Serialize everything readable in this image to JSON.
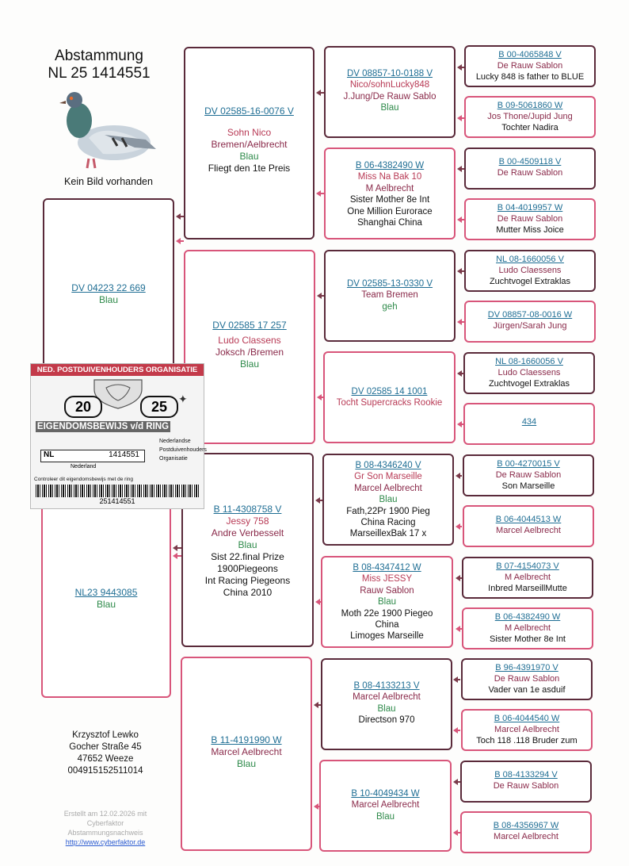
{
  "header": {
    "title": "Abstammung",
    "ring": "NL 25 1414551",
    "no_image": "Kein Bild vorhanden"
  },
  "gen1": [
    {
      "ring": "DV 04223 22 669",
      "color": "Blau"
    },
    {
      "ring": "NL23 9443085",
      "color": "Blau"
    }
  ],
  "gen2": [
    {
      "ring": "DV 02585-16-0076 V",
      "name": "Sohn Nico",
      "breeder": "Bremen/Aelbrecht",
      "color": "Blau",
      "notes": [
        "Fliegt den 1te Preis"
      ]
    },
    {
      "ring": "DV 02585 17 257",
      "name": "Ludo Classens",
      "breeder": "Joksch /Bremen",
      "color": "Blau",
      "notes": []
    },
    {
      "ring": "B 11-4308758 V",
      "name": "Jessy 758",
      "breeder": "Andre Verbesselt",
      "color": "Blau",
      "notes": [
        "Sist 22.final Prize",
        "1900Piegeons",
        "Int Racing Piegeons",
        "China 2010"
      ]
    },
    {
      "ring": "B 11-4191990 W",
      "name": "Marcel Aelbrecht",
      "breeder": "",
      "color": "Blau",
      "notes": []
    }
  ],
  "gen3": [
    {
      "ring": "DV 08857-10-0188 V",
      "name": "Nico/sohnLucky848",
      "breeder": "J.Jung/De Rauw Sablo",
      "color": "Blau",
      "notes": []
    },
    {
      "ring": "B 06-4382490 W",
      "name": "Miss Na Bak 10",
      "breeder": "M Aelbrecht",
      "color": "",
      "notes": [
        "Sister Mother 8e Int",
        "One Million Eurorace",
        "Shanghai China"
      ]
    },
    {
      "ring": "DV 02585-13-0330 V",
      "name": "Team Bremen",
      "breeder": "",
      "color": "geh",
      "notes": []
    },
    {
      "ring": "DV 02585 14 1001",
      "name": "Tocht Supercracks Rookie",
      "breeder": "",
      "color": "",
      "notes": []
    },
    {
      "ring": "B 08-4346240 V",
      "name": "Gr Son Marseille",
      "breeder": "Marcel Aelbrecht",
      "color": "Blau",
      "notes": [
        "Fath,22Pr 1900 Pieg",
        "China Racing",
        "MarseillexBak 17 x"
      ]
    },
    {
      "ring": "B 08-4347412 W",
      "name": "Miss JESSY",
      "breeder": "Rauw Sablon",
      "color": "Blau",
      "notes": [
        "Moth 22e 1900 Piegeo",
        "China",
        "Limoges Marseille"
      ]
    },
    {
      "ring": "B 08-4133213 V",
      "name": "Marcel Aelbrecht",
      "breeder": "",
      "color": "Blau",
      "notes": [
        "Directson 970"
      ]
    },
    {
      "ring": "B 10-4049434 W",
      "name": "Marcel Aelbrecht",
      "breeder": "",
      "color": "Blau",
      "notes": []
    }
  ],
  "gen4": [
    {
      "ring": "B 00-4065848 V",
      "name": "De Rauw Sablon",
      "note": "Lucky 848 is father to BLUE"
    },
    {
      "ring": "B 09-5061860 W",
      "name": "Jos Thone/Jupid Jung",
      "note": "Tochter Nadira"
    },
    {
      "ring": "B 00-4509118 V",
      "name": "De Rauw Sablon",
      "note": ""
    },
    {
      "ring": "B 04-4019957 W",
      "name": "De Rauw Sablon",
      "note": "Mutter Miss Joice"
    },
    {
      "ring": "NL 08-1660056 V",
      "name": "Ludo Claessens",
      "note": "Zuchtvogel Extraklas"
    },
    {
      "ring": "DV 08857-08-0016 W",
      "name": "Jürgen/Sarah Jung",
      "note": ""
    },
    {
      "ring": "NL 08-1660056 V",
      "name": "Ludo Claessens",
      "note": "Zuchtvogel Extraklas"
    },
    {
      "ring": "434",
      "name": "",
      "note": ""
    },
    {
      "ring": "B 00-4270015 V",
      "name": "De Rauw Sablon",
      "note": "Son Marseille"
    },
    {
      "ring": "B 06-4044513 W",
      "name": "Marcel Aelbrecht",
      "note": ""
    },
    {
      "ring": "B 07-4154073 V",
      "name": "M Aelbrecht",
      "note": "Inbred MarseillMutte"
    },
    {
      "ring": "B 06-4382490 W",
      "name": "M Aelbrecht",
      "note": "Sister Mother 8e Int"
    },
    {
      "ring": "B 96-4391970 V",
      "name": "De Rauw Sablon",
      "note": "Vader van 1e asduif"
    },
    {
      "ring": "B 06-4044540 W",
      "name": "Marcel Aelbrecht",
      "note": "Toch 118 .118 Bruder zum"
    },
    {
      "ring": "B 08-4133294 V",
      "name": "De Rauw Sablon",
      "note": ""
    },
    {
      "ring": "B 08-4356967 W",
      "name": "Marcel Aelbrecht",
      "note": ""
    }
  ],
  "owner": {
    "name": "Krzysztof Lewko",
    "street": "Gocher Straße 45",
    "city": "47652 Weeze",
    "phone": "004915152511014"
  },
  "footer": {
    "line1": "Erstellt am 12.02.2026 mit",
    "line2": "Cyberfaktor",
    "line3": "Abstammungsnachweis",
    "link": "http://www.cyberfaktor.de"
  },
  "card": {
    "org": "NED. POSTDUIVENHOUDERS ORGANISATIE",
    "year_left": "20",
    "year_right": "25",
    "title": "EIGENDOMSBEWIJS v/d RING",
    "country": "NL",
    "number": "1414551",
    "nederland": "Nederland",
    "side1": "Nederlandse",
    "side2": "Postduivenhouders",
    "side3": "Organisatie",
    "control": "Controleer dit eigendomsbewijs met de ring",
    "barcode": "251414551"
  }
}
